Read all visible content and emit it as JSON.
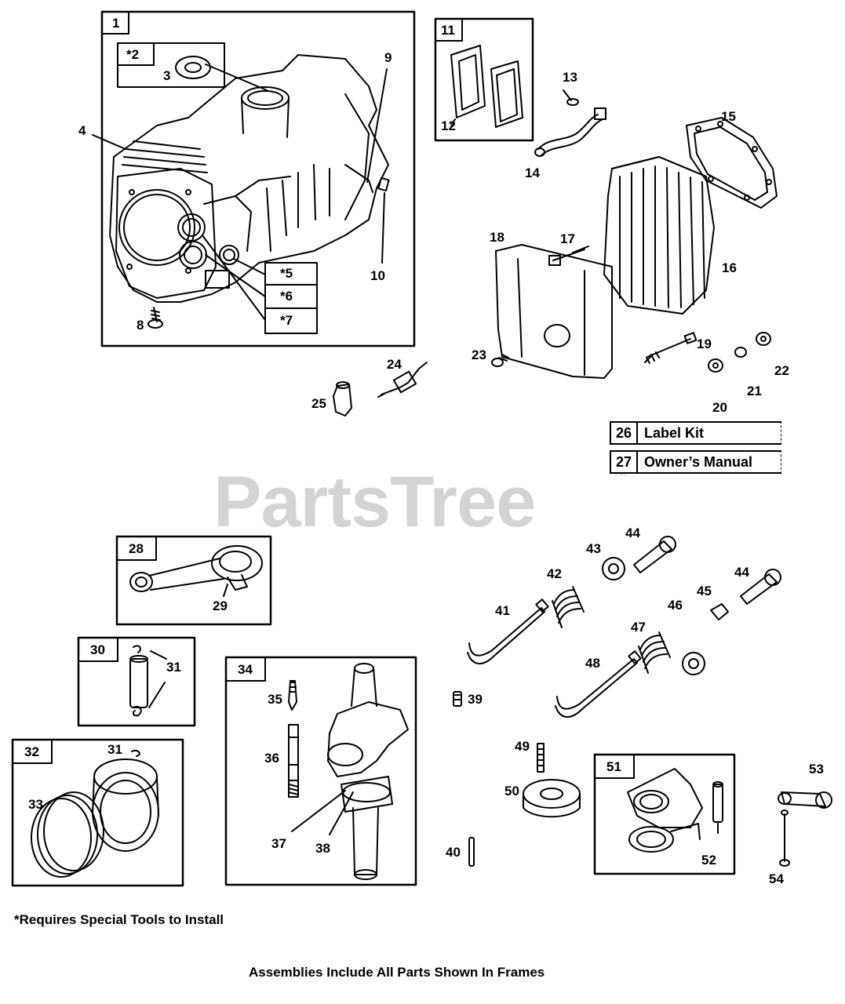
{
  "watermark": "PartsTree",
  "watermark_tm": "TM",
  "frames": [
    {
      "id": "frame-1",
      "label": "1"
    },
    {
      "id": "frame-2",
      "label": "*2"
    },
    {
      "id": "frame-11",
      "label": "11"
    },
    {
      "id": "frame-28",
      "label": "28"
    },
    {
      "id": "frame-30",
      "label": "30"
    },
    {
      "id": "frame-32",
      "label": "32"
    },
    {
      "id": "frame-34",
      "label": "34"
    },
    {
      "id": "frame-51",
      "label": "51"
    }
  ],
  "special_boxes": [
    "*5",
    "*6",
    "*7"
  ],
  "parts": [
    "3",
    "4",
    "8",
    "9",
    "10",
    "12",
    "13",
    "14",
    "15",
    "16",
    "17",
    "18",
    "19",
    "20",
    "21",
    "22",
    "23",
    "24",
    "25",
    "29",
    "31",
    "31",
    "33",
    "35",
    "36",
    "37",
    "38",
    "39",
    "40",
    "41",
    "42",
    "43",
    "44",
    "44",
    "45",
    "46",
    "47",
    "48",
    "49",
    "50",
    "52",
    "53",
    "54"
  ],
  "kits": [
    {
      "num": "26",
      "name": "Label Kit"
    },
    {
      "num": "27",
      "name": "Owner’s Manual"
    }
  ],
  "footnote": "*Requires Special Tools to Install",
  "caption": "Assemblies Include All Parts Shown In Frames"
}
